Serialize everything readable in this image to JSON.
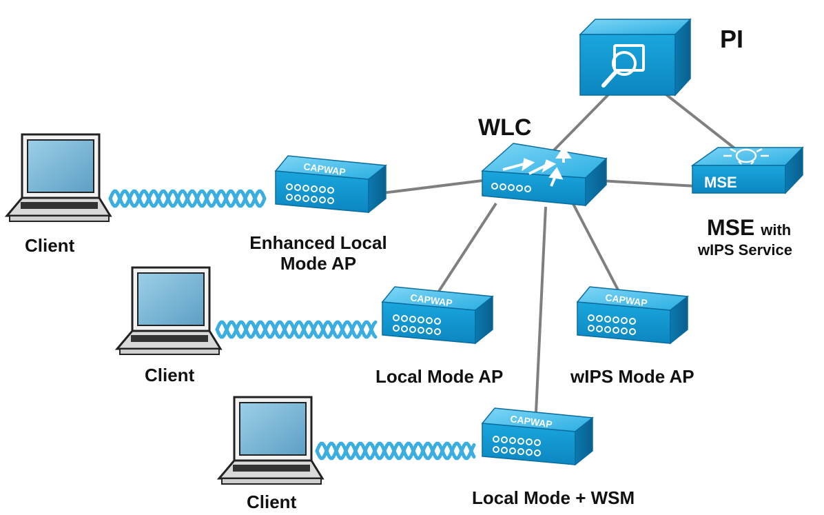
{
  "nodes": {
    "pi": {
      "label": "PI"
    },
    "wlc": {
      "label": "WLC"
    },
    "mse": {
      "label": "MSE",
      "label_suffix": "with",
      "subtitle": "wIPS Service",
      "device_text": "MSE"
    },
    "ap_enhanced": {
      "label_line1": "Enhanced Local",
      "label_line2": "Mode AP",
      "device_text": "CAPWAP"
    },
    "ap_local": {
      "label": "Local Mode AP",
      "device_text": "CAPWAP"
    },
    "ap_wips": {
      "label": "wIPS Mode AP",
      "device_text": "CAPWAP"
    },
    "ap_wsm": {
      "label": "Local Mode + WSM",
      "device_text": "CAPWAP"
    },
    "client1": {
      "label": "Client"
    },
    "client2": {
      "label": "Client"
    },
    "client3": {
      "label": "Client"
    }
  },
  "colors": {
    "device_blue": "#1a9fd6",
    "device_light": "#5cc8f0",
    "device_dark": "#0b78ac",
    "wave": "#3aaee0",
    "link": "#7f7f7f",
    "laptop_screen": "#7ab8d8"
  }
}
